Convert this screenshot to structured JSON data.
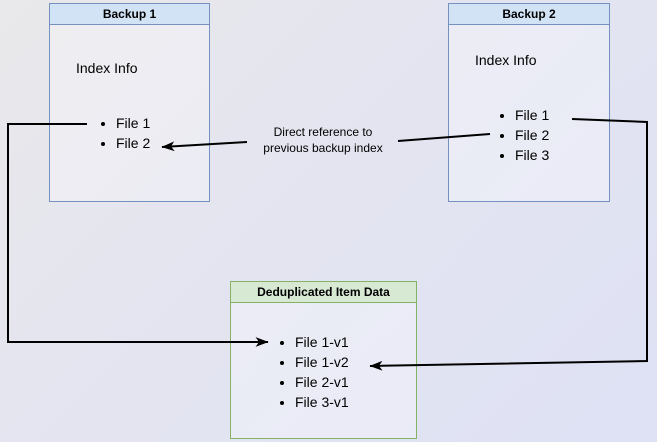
{
  "colors": {
    "blue_border": "#7491bf",
    "blue_header_fill": "#d3e3f6",
    "green_border": "#84b267",
    "green_header_fill": "#d7e8d3",
    "arrow": "#000000",
    "background": "#e2e4f1"
  },
  "boxes": {
    "backup1": {
      "title": "Backup 1",
      "section": "Index Info",
      "files": [
        "File 1",
        "File 2"
      ]
    },
    "backup2": {
      "title": "Backup 2",
      "section": "Index Info",
      "files": [
        "File 1",
        "File 2",
        "File 3"
      ]
    },
    "dedup": {
      "title": "Deduplicated Item Data",
      "files": [
        "File 1-v1",
        "File 1-v2",
        "File 2-v1",
        "File 3-v1"
      ]
    }
  },
  "edge_label": {
    "line1": "Direct reference to",
    "line2": "previous backup index"
  },
  "edges": [
    {
      "from": "Backup 2 / File 2",
      "to": "Backup 1 / File 2",
      "label": "Direct reference to previous backup index"
    },
    {
      "from": "Backup 1 / File 1",
      "to": "Deduplicated Item Data / File 1-v1",
      "label": ""
    },
    {
      "from": "Backup 2 / File 1",
      "to": "Deduplicated Item Data / File 1-v2",
      "label": ""
    }
  ]
}
